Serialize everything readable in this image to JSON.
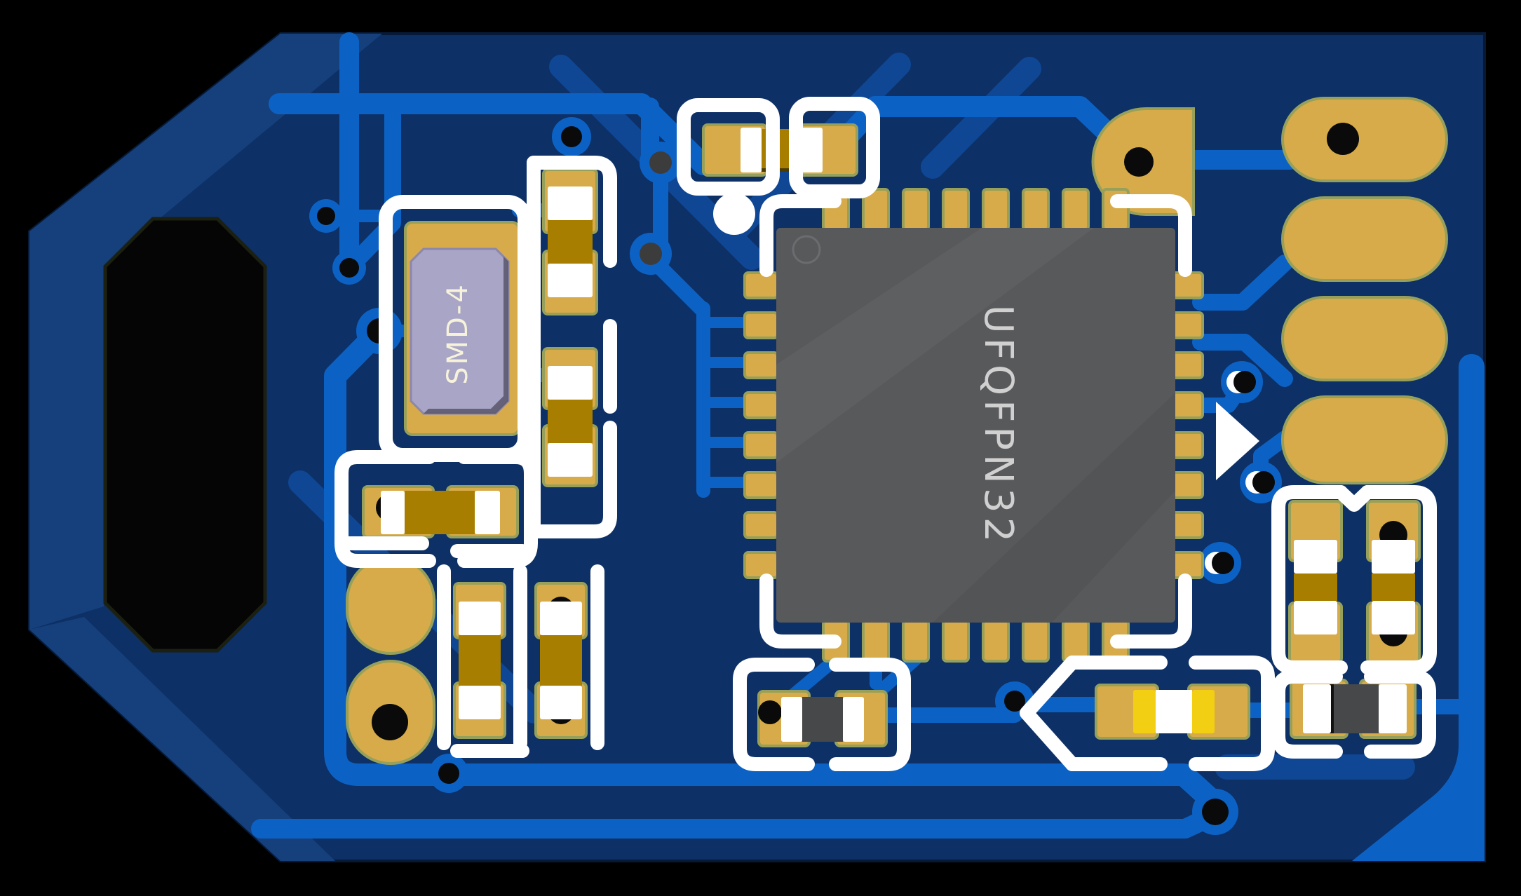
{
  "scene": {
    "description": "3D raytraced render of a printed circuit board (front side) on a black background",
    "background_color": "#000000"
  },
  "board": {
    "solder_mask_color": "#0d3066",
    "pour_color": "#16407c",
    "trace_front_color": "#0c62c4",
    "trace_back_color": "#0f4795",
    "via_ring_color": "#0c62c4",
    "silkscreen_color": "#ffffff",
    "pad_gold_color": "#d7ab49",
    "pad_border_color": "#97a05a",
    "terminal_color": "#ffffff",
    "resistor_body_color": "#a87e00",
    "dark_body_color": "#46484a",
    "hole_color": "#0a0a0a",
    "shape": "rectangular with chamfered left keychain end and octagonal lanyard cutout"
  },
  "components": {
    "mcu": {
      "label": "UFQFPN32",
      "body_color": "#58595b",
      "label_color": "#d0d0d0",
      "label_rotation_deg": 90,
      "pins_per_side": 8,
      "total_pins": 32
    },
    "crystal": {
      "label": "SMD-4",
      "body_color": "#a9a5c7",
      "label_color": "#f7f3da",
      "label_rotation_deg": -90,
      "pads": 4
    },
    "led": {
      "terminal_color": "#f2cf12",
      "body_color": "#ffffff"
    },
    "inventory": {
      "gold_body_passives": 8,
      "dark_body_passives": 2,
      "yellow_led": 1,
      "right_edge_oval_pads": 4,
      "large_test_pads": 2,
      "d_shaped_pad": 1
    }
  },
  "markers": {
    "pin1_dot": "pin1-dot-icon",
    "orientation_triangle": "orientation-triangle-icon"
  }
}
